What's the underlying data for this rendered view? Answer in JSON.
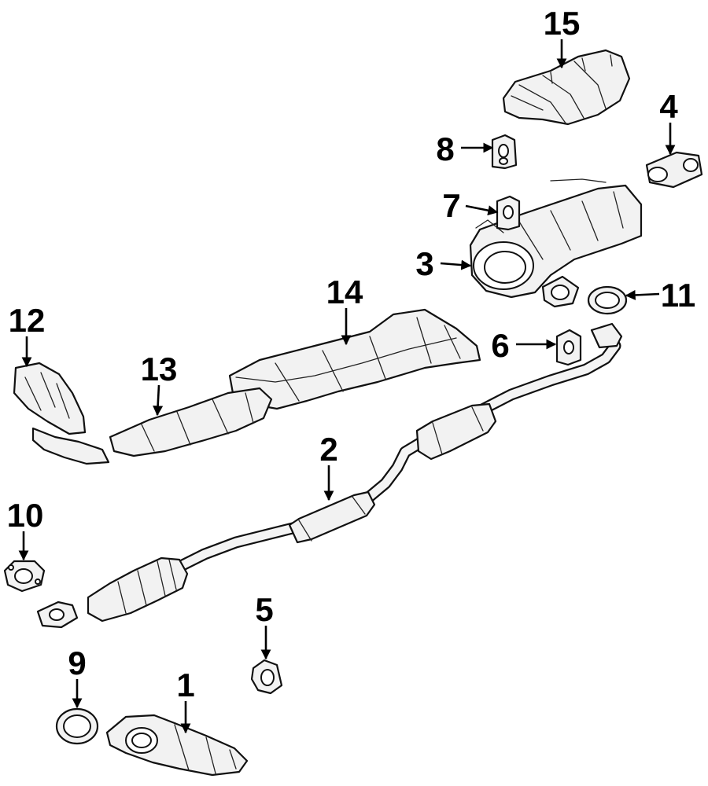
{
  "callouts": {
    "c1": "1",
    "c2": "2",
    "c3": "3",
    "c4": "4",
    "c5": "5",
    "c6": "6",
    "c7": "7",
    "c8": "8",
    "c9": "9",
    "c10": "10",
    "c11": "11",
    "c12": "12",
    "c13": "13",
    "c14": "14",
    "c15": "15"
  },
  "colors": {
    "line": "#111111",
    "fill": "#f2f2f2",
    "background": "#ffffff"
  }
}
